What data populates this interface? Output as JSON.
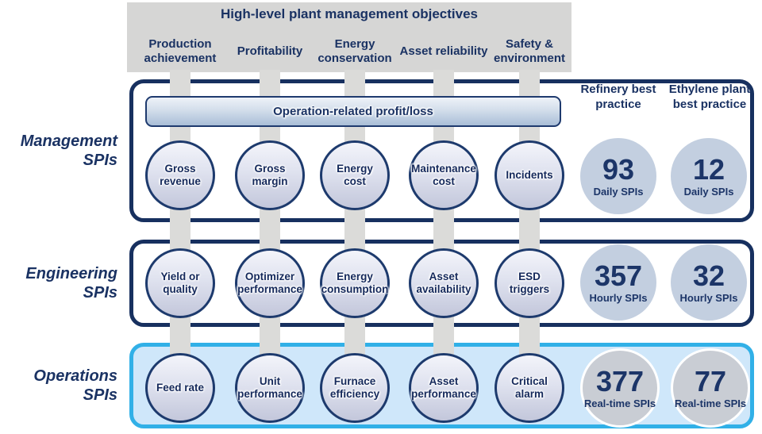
{
  "header": {
    "title": "High-level plant management objectives",
    "objectives": [
      "Production achievement",
      "Profitability",
      "Energy conservation",
      "Asset reliability",
      "Safety & environment"
    ]
  },
  "management": {
    "label": "Management SPIs",
    "profit_bar": "Operation-related profit/loss",
    "circles": [
      "Gross revenue",
      "Gross margin",
      "Energy cost",
      "Maintenance cost",
      "Incidents"
    ],
    "stats": [
      {
        "value": "93",
        "unit": "Daily SPIs"
      },
      {
        "value": "12",
        "unit": "Daily SPIs"
      }
    ]
  },
  "engineering": {
    "label": "Engineering SPIs",
    "circles": [
      "Yield or quality",
      "Optimizer performance",
      "Energy consumption",
      "Asset availability",
      "ESD triggers"
    ],
    "stats": [
      {
        "value": "357",
        "unit": "Hourly SPIs"
      },
      {
        "value": "32",
        "unit": "Hourly SPIs"
      }
    ]
  },
  "operations": {
    "label": "Operations SPIs",
    "circles": [
      "Feed rate",
      "Unit performance",
      "Furnace efficiency",
      "Asset performance",
      "Critical alarm"
    ],
    "stats": [
      {
        "value": "377",
        "unit": "Real-time SPIs"
      },
      {
        "value": "77",
        "unit": "Real-time SPIs"
      }
    ]
  },
  "best_practice_headers": [
    "Refinery best practice",
    "Ethylene plant best practice"
  ],
  "colors": {
    "navy_text": "#1a3263",
    "box_border_navy": "#17305f",
    "header_gray": "#d6d6d5",
    "connector_gray": "#dbdbd9",
    "circle_fill_top": "#f3f4fa",
    "circle_fill_bottom": "#c3c7db",
    "stat_circle_blue": "#c3cfe0",
    "stat_circle_gray": "#c9cdd4",
    "operations_fill": "#cfe7fa",
    "operations_border": "#31b0e7"
  }
}
